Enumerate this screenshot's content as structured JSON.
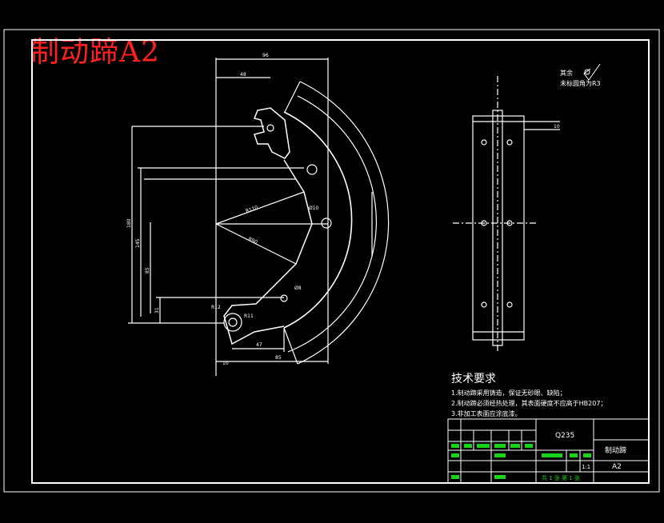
{
  "drawing_title": "制动蹄A2",
  "notes": {
    "heading": "技术要求",
    "items": [
      "1.制动蹄采用铸造，保证无砂眼、缺陷；",
      "2.制动蹄必须经热处理，其表面硬度不应高于HB207；",
      "3.非加工表面应涂底漆。"
    ]
  },
  "surface_note": {
    "line1": "其余",
    "line2": "未标圆角为R3"
  },
  "title_block": {
    "material": "Q235",
    "part_name": "制动蹄",
    "part_code": "A2",
    "scale": "1:1",
    "sheet": "共 1 张  第 1 张"
  },
  "dimensions": {
    "d1": "R90",
    "d2": "R110",
    "d3": "Ø10",
    "d4": "Ø8",
    "d5": "R12",
    "d6": "R11",
    "d7": "47",
    "d8": "85",
    "d9": "10",
    "d10": "180",
    "d11": "145",
    "d12": "85",
    "d13": "31",
    "d14": "96",
    "d15": "48",
    "d16": "10"
  },
  "colors": {
    "background": "#000000",
    "lines": "#ffffff",
    "title": "#ff2020",
    "block_text": "#19d219"
  }
}
